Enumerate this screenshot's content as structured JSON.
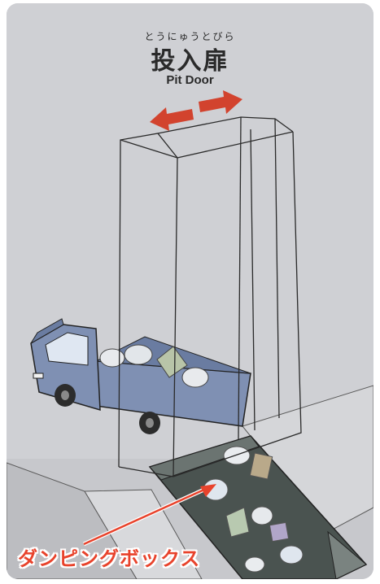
{
  "title": {
    "furigana": "とうにゅうとびら",
    "japanese": "投入扉",
    "english": "Pit Door"
  },
  "callout": {
    "label": "ダンピングボックス",
    "color": "#e8432c"
  },
  "colors": {
    "background": "#cfd0d4",
    "truck": "#7f90b3",
    "arrow": "#d2432e",
    "pit": "#4a5350"
  },
  "icons": [
    "sliding-arrows-icon",
    "truck-icon",
    "garbage-bags-icon"
  ]
}
